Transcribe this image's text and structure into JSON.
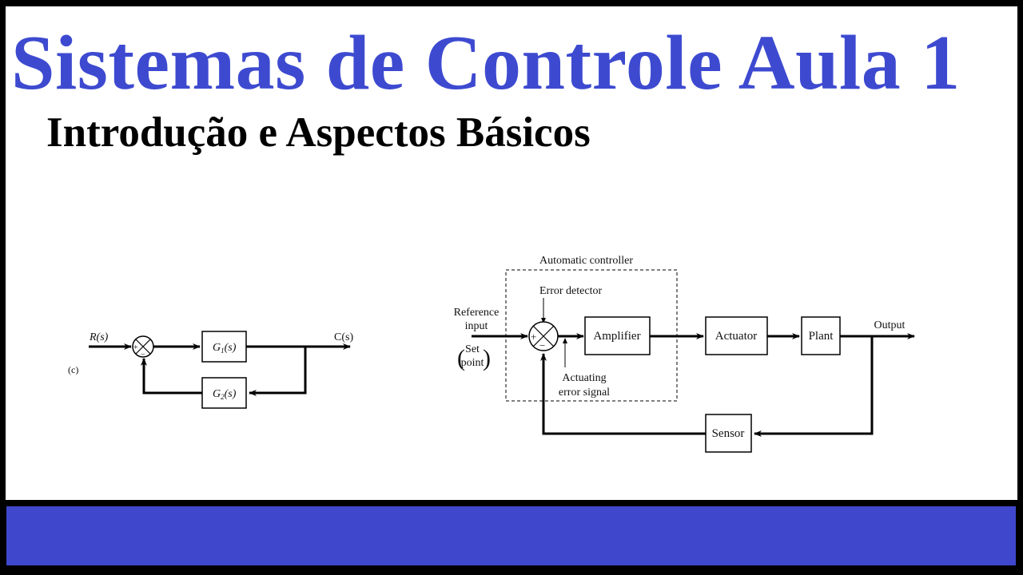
{
  "title": "Sistemas de Controle Aula 1",
  "subtitle": "Introdução e Aspectos Básicos",
  "colors": {
    "title": "#3d4ad0",
    "bar": "#3f47cc",
    "frame": "#000000"
  },
  "diagram_left": {
    "label": "(c)",
    "input": "R(s)",
    "output": "C(s)",
    "forward_block": "G",
    "forward_sub": "1",
    "feedback_block": "G",
    "feedback_sub": "2",
    "block_arg": "(s)",
    "plus": "+",
    "minus": "−"
  },
  "diagram_right": {
    "controller_label": "Automatic controller",
    "error_detector": "Error detector",
    "reference_line1": "Reference",
    "reference_line2": "input",
    "setpoint_line1": "Set",
    "setpoint_line2": "point",
    "actuating_line1": "Actuating",
    "actuating_line2": "error signal",
    "amplifier": "Amplifier",
    "actuator": "Actuator",
    "plant": "Plant",
    "sensor": "Sensor",
    "output": "Output",
    "plus": "+",
    "minus": "−"
  }
}
